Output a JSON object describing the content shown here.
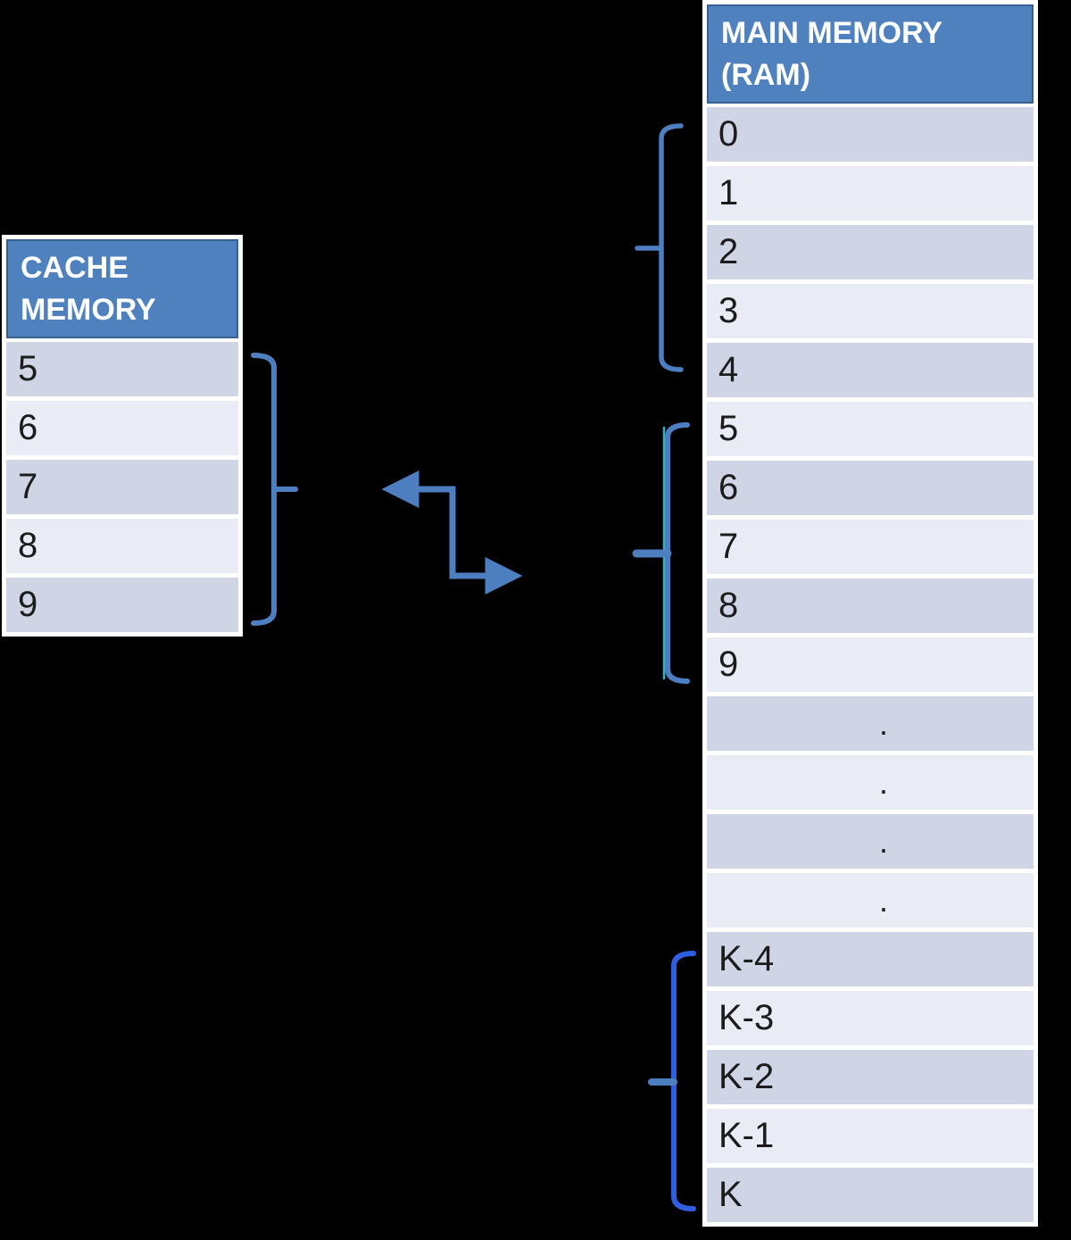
{
  "cache_table": {
    "title": "CACHE MEMORY",
    "rows": [
      "5",
      "6",
      "7",
      "8",
      "9"
    ]
  },
  "main_table": {
    "title": "MAIN MEMORY (RAM)",
    "rows": [
      "0",
      "1",
      "2",
      "3",
      "4",
      "5",
      "6",
      "7",
      "8",
      "9",
      ".",
      ".",
      ".",
      ".",
      "K-4",
      "K-3",
      "K-2",
      "K-1",
      "K"
    ]
  },
  "colors": {
    "background": "#000000",
    "table_border": "#ffffff",
    "header_bg": "#4e81bd",
    "header_border": "#36618f",
    "header_text": "#ffffff",
    "row_dark": "#cfd5e4",
    "row_light": "#e9ecf4",
    "row_text": "#1c1c1c",
    "brace_blue": "#4d7ebf",
    "brace_royal": "#2f5fe0",
    "brace_teal": "#35b0c9"
  }
}
